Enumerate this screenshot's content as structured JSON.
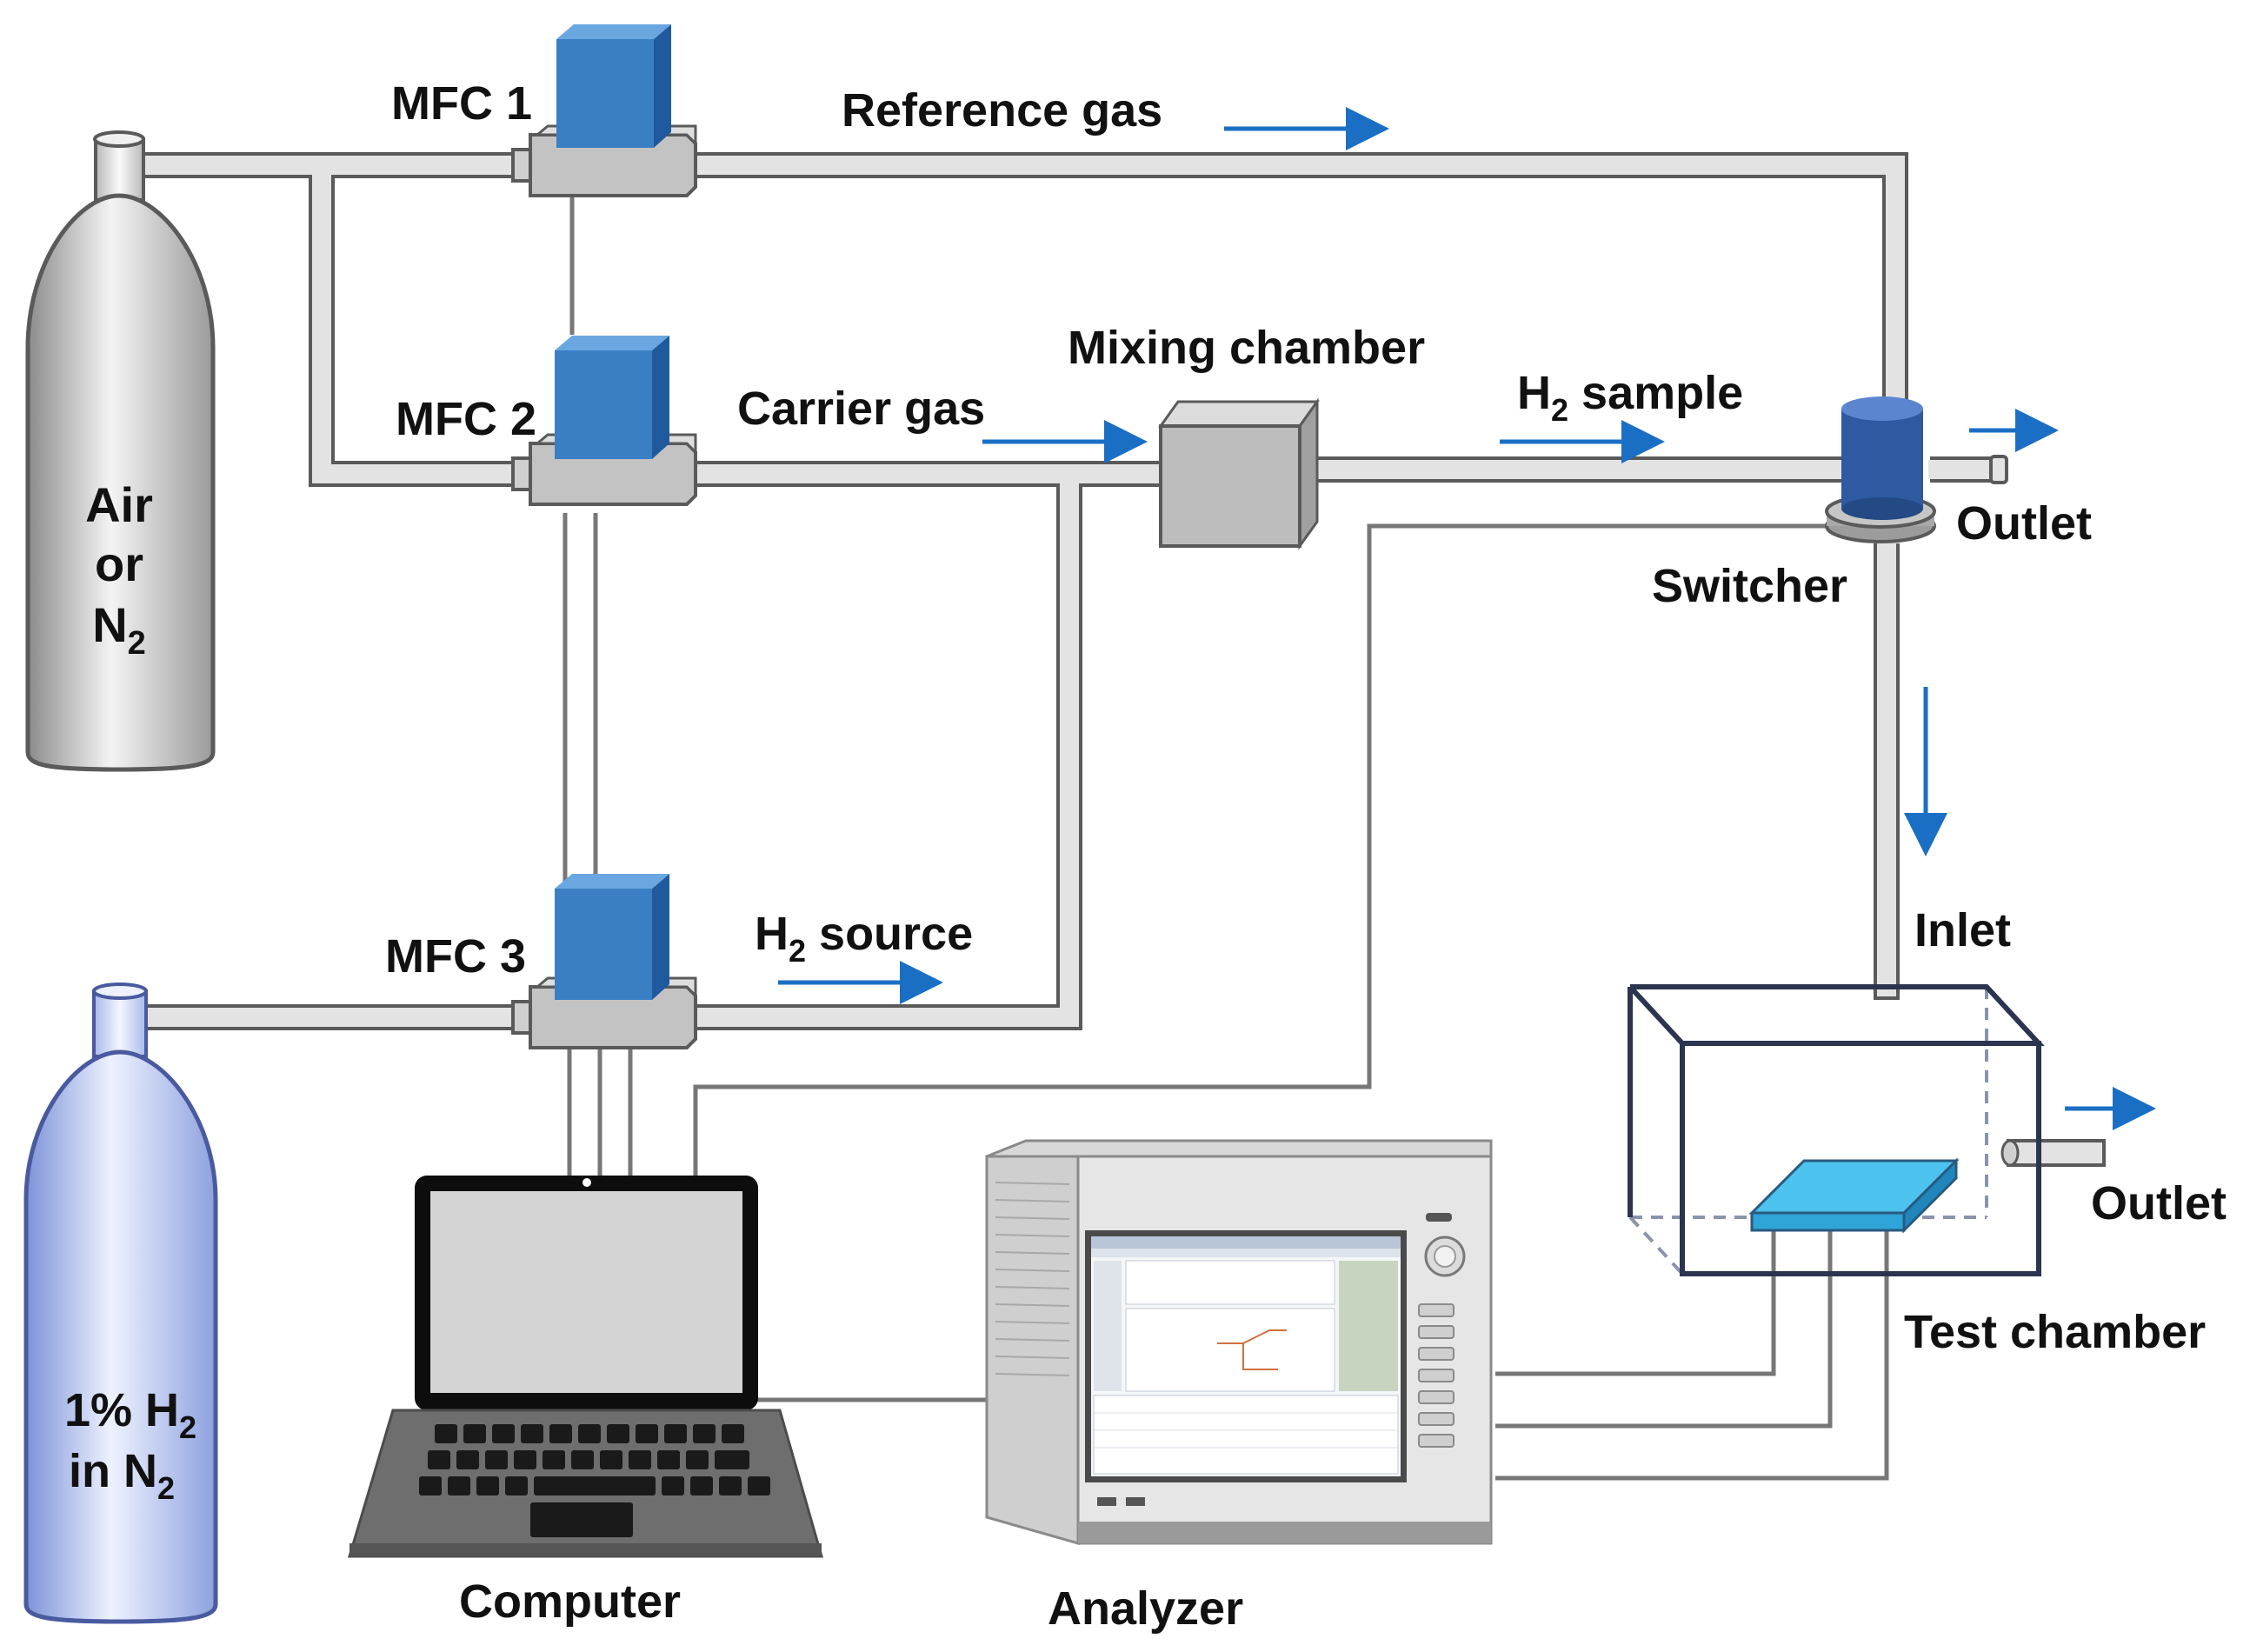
{
  "labels": {
    "mfc1": "MFC 1",
    "mfc2": "MFC 2",
    "mfc3": "MFC 3",
    "reference_gas": "Reference gas",
    "carrier_gas": "Carrier gas",
    "mixing_chamber": "Mixing chamber",
    "h2_sample": {
      "pre": "H",
      "sub": "2",
      "post": " sample"
    },
    "h2_source": {
      "pre": "H",
      "sub": "2",
      "post": " source"
    },
    "outlet_top": "Outlet",
    "switcher": "Switcher",
    "inlet": "Inlet",
    "outlet_chamber": "Outlet",
    "test_chamber": "Test chamber",
    "computer": "Computer",
    "analyzer": "Analyzer",
    "tank_air": {
      "line1": "Air",
      "line2": "or",
      "line3_pre": "N",
      "line3_sub": "2"
    },
    "tank_h2": {
      "line1_pre": "1% H",
      "line1_sub": "2",
      "line2_pre": "in N",
      "line2_sub": "2"
    }
  },
  "colors": {
    "mfc_blue": "#3a7fc4",
    "arrow_blue": "#1a6fc4",
    "pipe_fill": "#e3e3e3",
    "pipe_edge": "#5a5a5a",
    "switcher_blue": "#2d5aa0",
    "sensor_cyan": "#4cc3ee",
    "chamber_edge": "#2c3550"
  }
}
